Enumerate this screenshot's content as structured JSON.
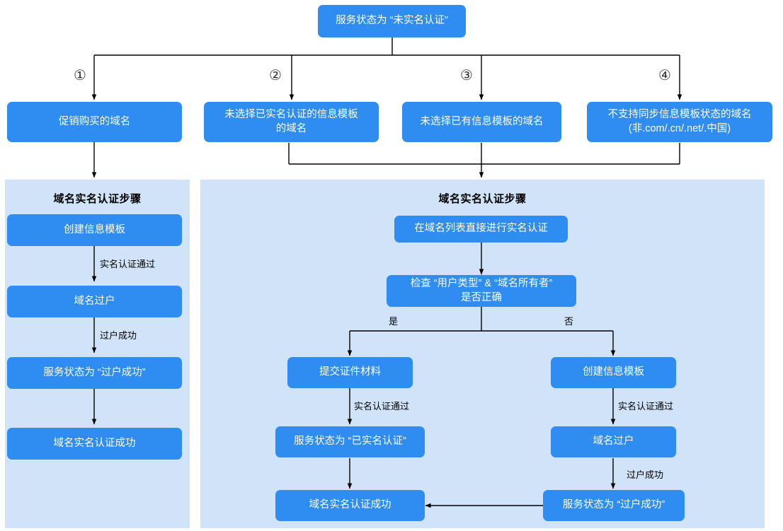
{
  "diagram": {
    "title_root": "服务状态为 “未实名认证”",
    "branch_markers": [
      "①",
      "②",
      "③",
      "④"
    ],
    "branch_nodes": [
      "促销购买的域名",
      "未选择已实名认证的信息模板\n的域名",
      "未选择已有信息模板的域名",
      "不支持同步信息模板状态的域名\n(非.com/.cn/.net/.中国)"
    ],
    "left_panel": {
      "title": "域名实名认证步骤",
      "nodes": [
        "创建信息模板",
        "域名过户",
        "服务状态为 “过户成功”",
        "域名实名认证成功"
      ],
      "edge_labels": [
        "实名认证通过",
        "过户成功"
      ]
    },
    "right_panel": {
      "title": "域名实名认证步骤",
      "start_node": "在域名列表直接进行实名认证",
      "decision_node": "检查 “用户类型” & “域名所有者”\n是否正确",
      "decision_yes": "是",
      "decision_no": "否",
      "yes_branch": {
        "nodes": [
          "提交证件材料",
          "服务状态为 “已实名认证”",
          "域名实名认证成功"
        ],
        "edge_labels": [
          "实名认证通过"
        ]
      },
      "no_branch": {
        "nodes": [
          "创建信息模板",
          "域名过户",
          "服务状态为 “过户成功”"
        ],
        "edge_labels": [
          "实名认证通过",
          "过户成功"
        ]
      }
    },
    "colors": {
      "node_fill": "#2f8cf0",
      "node_text": "#ffffff",
      "panel_fill": "#d0e3f8",
      "line": "#000000",
      "page_bg": "#ffffff"
    }
  }
}
